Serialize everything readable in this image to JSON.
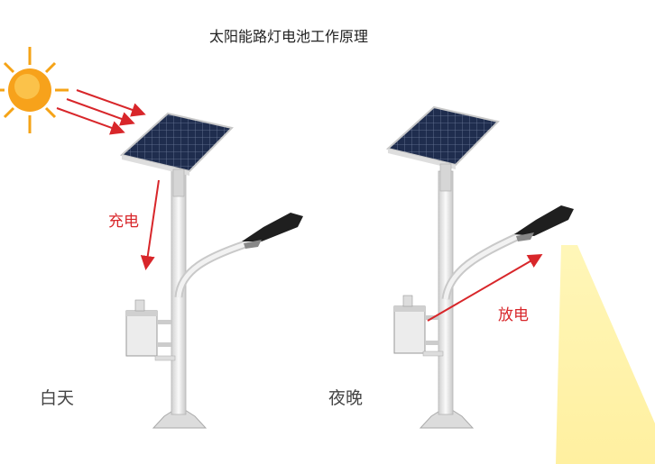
{
  "title": "太阳能路灯电池工作原理",
  "labels": {
    "charge": "充电",
    "discharge": "放电",
    "day": "白天",
    "night": "夜晚"
  },
  "icons": {
    "sun": "sun-icon",
    "solar_panel": "solar-panel-icon",
    "lamp": "street-lamp-icon",
    "battery_box": "battery-box-icon"
  },
  "colors": {
    "arrow": "#d8262a",
    "sun": "#f29a12",
    "light_beam": "#fff3a8",
    "pole": "#e9e9e9",
    "panel": "#1e2b4a"
  }
}
